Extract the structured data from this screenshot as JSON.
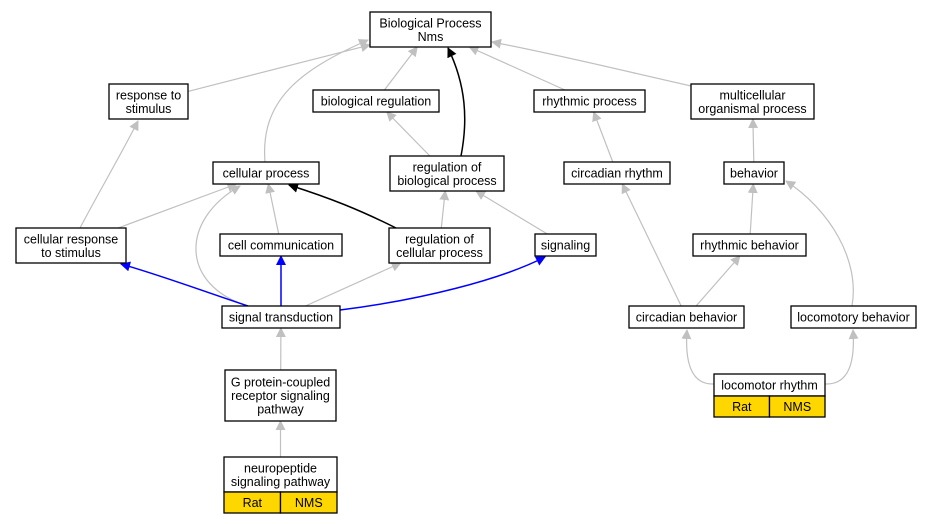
{
  "colors": {
    "edge_gray": "#c0c0c0",
    "edge_black": "#000000",
    "edge_blue": "#0000ff",
    "tag_fill": "#ffd700",
    "node_fill": "#ffffff"
  },
  "nodes": {
    "biological_process": [
      "Biological Process",
      "Nms"
    ],
    "response_to_stimulus": [
      "response to",
      "stimulus"
    ],
    "biological_regulation": [
      "biological regulation"
    ],
    "rhythmic_process": [
      "rhythmic process"
    ],
    "multicellular_organismal_process": [
      "multicellular",
      "organismal process"
    ],
    "cellular_process": [
      "cellular process"
    ],
    "regulation_of_biological_process": [
      "regulation of",
      "biological process"
    ],
    "circadian_rhythm": [
      "circadian rhythm"
    ],
    "behavior": [
      "behavior"
    ],
    "cellular_response_to_stimulus": [
      "cellular response",
      "to stimulus"
    ],
    "cell_communication": [
      "cell communication"
    ],
    "regulation_of_cellular_process": [
      "regulation of",
      "cellular process"
    ],
    "signaling": [
      "signaling"
    ],
    "rhythmic_behavior": [
      "rhythmic behavior"
    ],
    "signal_transduction": [
      "signal transduction"
    ],
    "circadian_behavior": [
      "circadian behavior"
    ],
    "locomotory_behavior": [
      "locomotory behavior"
    ],
    "locomotor_rhythm": [
      "locomotor rhythm"
    ],
    "g_protein_coupled": [
      "G protein-coupled",
      "receptor signaling",
      "pathway"
    ],
    "neuropeptide_signaling": [
      "neuropeptide",
      "signaling pathway"
    ]
  },
  "tags": {
    "locomotor_rhythm": [
      "Rat",
      "NMS"
    ],
    "neuropeptide_signaling": [
      "Rat",
      "NMS"
    ]
  },
  "edges": [
    {
      "from": "response_to_stimulus",
      "to": "biological_process",
      "color": "gray"
    },
    {
      "from": "biological_regulation",
      "to": "biological_process",
      "color": "gray"
    },
    {
      "from": "cellular_process",
      "to": "biological_process",
      "color": "gray"
    },
    {
      "from": "regulation_of_biological_process",
      "to": "biological_process",
      "color": "black"
    },
    {
      "from": "rhythmic_process",
      "to": "biological_process",
      "color": "gray"
    },
    {
      "from": "multicellular_organismal_process",
      "to": "biological_process",
      "color": "gray"
    },
    {
      "from": "regulation_of_biological_process",
      "to": "biological_regulation",
      "color": "gray"
    },
    {
      "from": "circadian_rhythm",
      "to": "rhythmic_process",
      "color": "gray"
    },
    {
      "from": "behavior",
      "to": "multicellular_organismal_process",
      "color": "gray"
    },
    {
      "from": "cellular_response_to_stimulus",
      "to": "response_to_stimulus",
      "color": "gray"
    },
    {
      "from": "cellular_response_to_stimulus",
      "to": "cellular_process",
      "color": "gray"
    },
    {
      "from": "cell_communication",
      "to": "cellular_process",
      "color": "gray"
    },
    {
      "from": "regulation_of_cellular_process",
      "to": "cellular_process",
      "color": "black"
    },
    {
      "from": "signal_transduction",
      "to": "cellular_process",
      "color": "gray"
    },
    {
      "from": "regulation_of_cellular_process",
      "to": "regulation_of_biological_process",
      "color": "gray"
    },
    {
      "from": "signaling",
      "to": "regulation_of_biological_process",
      "color": "gray"
    },
    {
      "from": "signal_transduction",
      "to": "cellular_response_to_stimulus",
      "color": "blue"
    },
    {
      "from": "signal_transduction",
      "to": "cell_communication",
      "color": "blue"
    },
    {
      "from": "signal_transduction",
      "to": "regulation_of_cellular_process",
      "color": "gray"
    },
    {
      "from": "signal_transduction",
      "to": "signaling",
      "color": "blue"
    },
    {
      "from": "rhythmic_behavior",
      "to": "behavior",
      "color": "gray"
    },
    {
      "from": "locomotory_behavior",
      "to": "behavior",
      "color": "gray"
    },
    {
      "from": "circadian_behavior",
      "to": "circadian_rhythm",
      "color": "gray"
    },
    {
      "from": "circadian_behavior",
      "to": "rhythmic_behavior",
      "color": "gray"
    },
    {
      "from": "g_protein_coupled",
      "to": "signal_transduction",
      "color": "gray"
    },
    {
      "from": "neuropeptide_signaling",
      "to": "g_protein_coupled",
      "color": "gray"
    },
    {
      "from": "locomotor_rhythm",
      "to": "circadian_behavior",
      "color": "gray"
    },
    {
      "from": "locomotor_rhythm",
      "to": "locomotory_behavior",
      "color": "gray"
    }
  ]
}
